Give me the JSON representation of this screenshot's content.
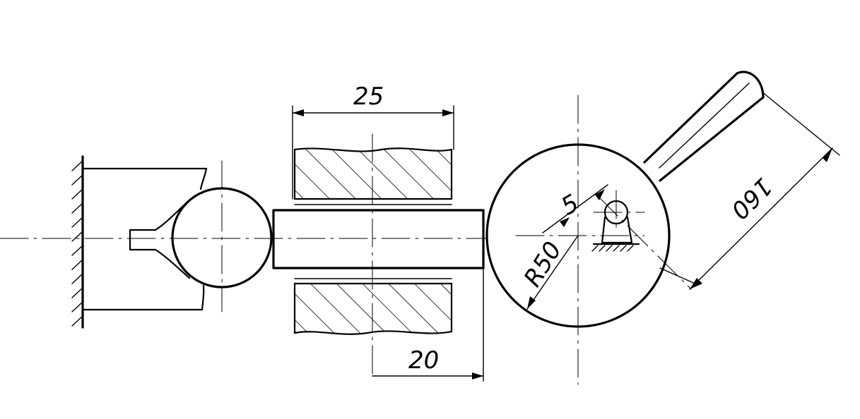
{
  "diagram": {
    "dimensions": {
      "width_top": "25",
      "length_bottom": "20",
      "offset": "5",
      "radius": "R50",
      "arm_length": "160"
    },
    "colors": {
      "line": "#000000",
      "background": "#ffffff"
    }
  }
}
